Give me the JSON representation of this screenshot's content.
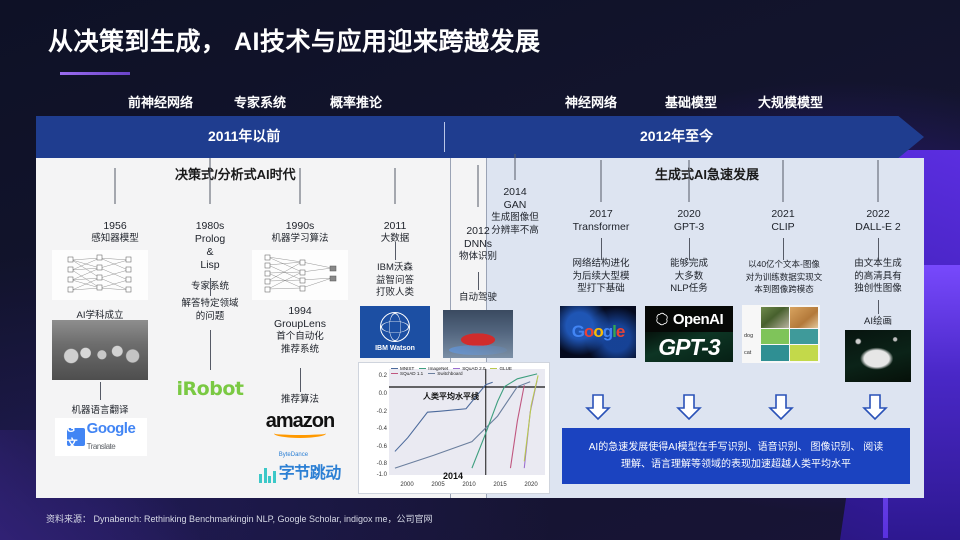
{
  "slide": {
    "title": "从决策到生成， AI技术与应用迎来跨越发展",
    "source": "资料来源：  Dynabench: Rethinking Benchmarkingin NLP, Google Scholar, indigox me，公司官网"
  },
  "era_labels": [
    {
      "text": "前神经网络",
      "x": 128
    },
    {
      "text": "专家系统",
      "x": 234
    },
    {
      "text": "概率推论",
      "x": 330
    },
    {
      "text": "神经网络",
      "x": 565
    },
    {
      "text": "基础模型",
      "x": 665
    },
    {
      "text": "大规模模型",
      "x": 758
    }
  ],
  "banner": {
    "left_label": "2011年以前",
    "right_label": "2012年至今"
  },
  "panels": {
    "left_heading": "决策式/分析式AI时代",
    "right_heading": "生成式AI急速发展"
  },
  "timeline_left": [
    {
      "year": "1956",
      "desc": "感知器模型",
      "sub_label": "AI学科成立",
      "sub_label2": "机器语言翻译",
      "logo": "google-translate",
      "logo_text": "Google",
      "logo_sub": "Translate",
      "logo_badge": "G文"
    },
    {
      "year": "1980s",
      "line2": "Prolog",
      "line3": "&",
      "line4": "Lisp",
      "desc": "专家系统",
      "desc2": "解答特定领域\n的问题",
      "logo": "irobot",
      "logo_text": "iRobot"
    },
    {
      "year": "1990s",
      "desc": "机器学习算法",
      "year2": "1994",
      "desc2_l1": "GroupLens",
      "desc2_l2": "首个自动化",
      "desc2_l3": "推荐系统",
      "desc3": "推荐算法",
      "logo": "amazon",
      "logo_text": "amazon",
      "logo2": "bytedance",
      "logo2_text": "字节跳动",
      "logo2_sup": "ByteDance"
    },
    {
      "year": "2011",
      "desc": "大数据",
      "desc2_l1": "IBM沃森",
      "desc2_l2": "益智问答",
      "desc2_l3": "打败人类",
      "logo": "ibm-watson",
      "logo_text": "IBM Watson"
    },
    {
      "year": "2012",
      "line2": "DNNs",
      "desc": "物体识别",
      "desc2": "自动驾驶",
      "logo": "self-driving-car"
    },
    {
      "year": "2014",
      "line2": "GAN",
      "desc_l1": "生成图像但",
      "desc_l2": "分辨率不高"
    }
  ],
  "timeline_right": [
    {
      "year": "2017",
      "line2": "Transformer",
      "desc_l1": "网络结构进化",
      "desc_l2": "为后续大型模",
      "desc_l3": "型打下基础",
      "logo": "google-brain",
      "logo_text": "Google"
    },
    {
      "year": "2020",
      "line2": "GPT-3",
      "desc_l1": "能够完成",
      "desc_l2": "大多数",
      "desc_l3": "NLP任务",
      "logo": "openai",
      "logo_text": "OpenAI",
      "logo2_text": "GPT-3"
    },
    {
      "year": "2021",
      "line2": "CLIP",
      "desc_l1": "以40亿个文本-图像",
      "desc_l2": "对为训练数据实现文",
      "desc_l3": "本到图像跨模态",
      "logo": "clip-matrix",
      "row1": "dog",
      "row2": "cat"
    },
    {
      "year": "2022",
      "line2": "DALL-E 2",
      "desc_l1": "由文本生成",
      "desc_l2": "的高清具有",
      "desc_l3": "独创性图像",
      "desc2": "AI绘画",
      "logo": "dalle-horse"
    }
  ],
  "summary": {
    "line1": "AI的急速发展使得AI模型在手写识别、语音识别、 图像识别、 阅读",
    "line2": "理解、语言理解等领域的表现加速超越人类平均水平"
  },
  "chart_data": {
    "type": "line",
    "title": "",
    "annotation": "人类平均水平线",
    "annotation2": "2014",
    "xlabel": "",
    "ylabel": "",
    "xlim": [
      1997,
      2021
    ],
    "ylim": [
      -1.05,
      0.25
    ],
    "yticks": [
      0.2,
      0.0,
      -0.2,
      -0.4,
      -0.6,
      -0.8,
      -1.0
    ],
    "ytick_labels": [
      "0.2",
      "0.0",
      "-0.2",
      "-0.4",
      "-0.6",
      "-0.8",
      "-1.0"
    ],
    "xticks": [
      2000,
      2005,
      2010,
      2015,
      2020
    ],
    "xtick_labels": [
      "2000",
      "2005",
      "2010",
      "2015",
      "2020"
    ],
    "human_baseline": 0.0,
    "grid": false,
    "legend_position": "top",
    "series": [
      {
        "name": "MNIST",
        "color": "#4c6a9c",
        "x": [
          1998,
          2000,
          2003,
          2005,
          2009,
          2012,
          2013
        ],
        "y": [
          -0.8,
          -0.62,
          -0.25,
          -0.23,
          -0.2,
          0.02,
          0.05
        ]
      },
      {
        "name": "Switchboard",
        "color": "#6b7f9e",
        "x": [
          1998,
          2004,
          2010,
          2014,
          2017,
          2019
        ],
        "y": [
          -1.0,
          -0.84,
          -0.66,
          -0.3,
          0.0,
          0.06
        ]
      },
      {
        "name": "ImageNet",
        "color": "#3f9f7f",
        "x": [
          2010,
          2012,
          2014,
          2015,
          2017,
          2020
        ],
        "y": [
          -1.0,
          -0.6,
          -0.18,
          0.0,
          0.1,
          0.16
        ]
      },
      {
        "name": "SQuAD 1.1",
        "color": "#c0567f",
        "x": [
          2016,
          2017,
          2018
        ],
        "y": [
          -1.0,
          -0.42,
          0.02
        ]
      },
      {
        "name": "SQuAD 2.0",
        "color": "#9b6fd0",
        "x": [
          2018,
          2019,
          2020
        ],
        "y": [
          -1.0,
          -0.3,
          0.08
        ]
      },
      {
        "name": "GLUE",
        "color": "#b9c94f",
        "x": [
          2018,
          2019,
          2020
        ],
        "y": [
          -0.92,
          -0.2,
          0.14
        ]
      }
    ]
  }
}
